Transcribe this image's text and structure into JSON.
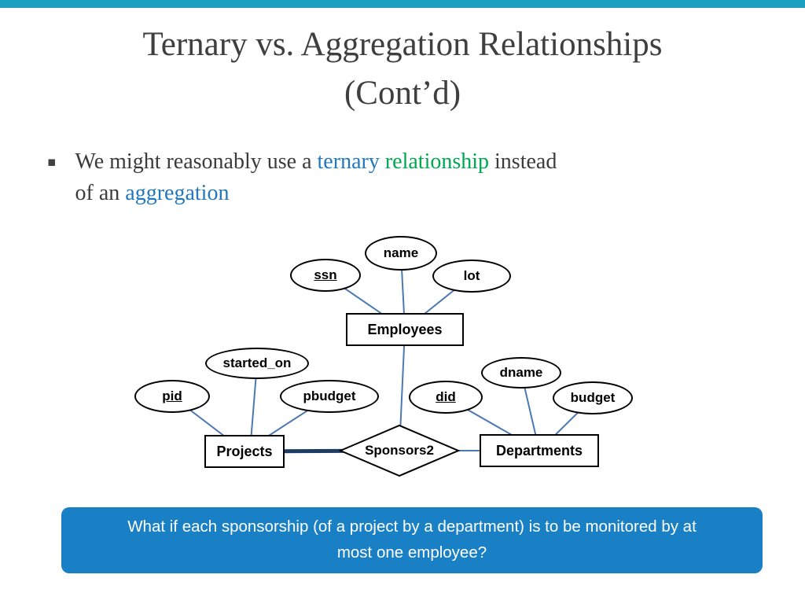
{
  "title": {
    "line1": "Ternary vs. Aggregation Relationships",
    "line2": "(Cont’d)"
  },
  "bullet": {
    "marker": "▪",
    "part1": "We might reasonably use a",
    "ternary": "ternary",
    "relationship": "relationship",
    "part2": "instead",
    "part3": "of an",
    "aggregation": "aggregation"
  },
  "diagram": {
    "attributes": {
      "name": {
        "label": "name"
      },
      "ssn": {
        "label": "ssn"
      },
      "lot": {
        "label": "lot"
      },
      "started_on": {
        "label": "started_on"
      },
      "pid": {
        "label": "pid"
      },
      "pbudget": {
        "label": "pbudget"
      },
      "did": {
        "label": "did"
      },
      "dname": {
        "label": "dname"
      },
      "budget": {
        "label": "budget"
      }
    },
    "entities": {
      "employees": {
        "label": "Employees"
      },
      "projects": {
        "label": "Projects"
      },
      "departments": {
        "label": "Departments"
      }
    },
    "relationship": {
      "label": "Sponsors2"
    }
  },
  "question": {
    "line1": "What if each sponsorship (of a project by a department) is to be monitored by at",
    "line2": "most one employee?"
  },
  "colors": {
    "accent_bar_teal": "#1aa0c1",
    "term_blue": "#2277be",
    "term_green": "#00a84f",
    "question_box_blue": "#1980c5",
    "connector_blue": "#4b79b2",
    "connector_dark_navy": "#1e3c64"
  }
}
